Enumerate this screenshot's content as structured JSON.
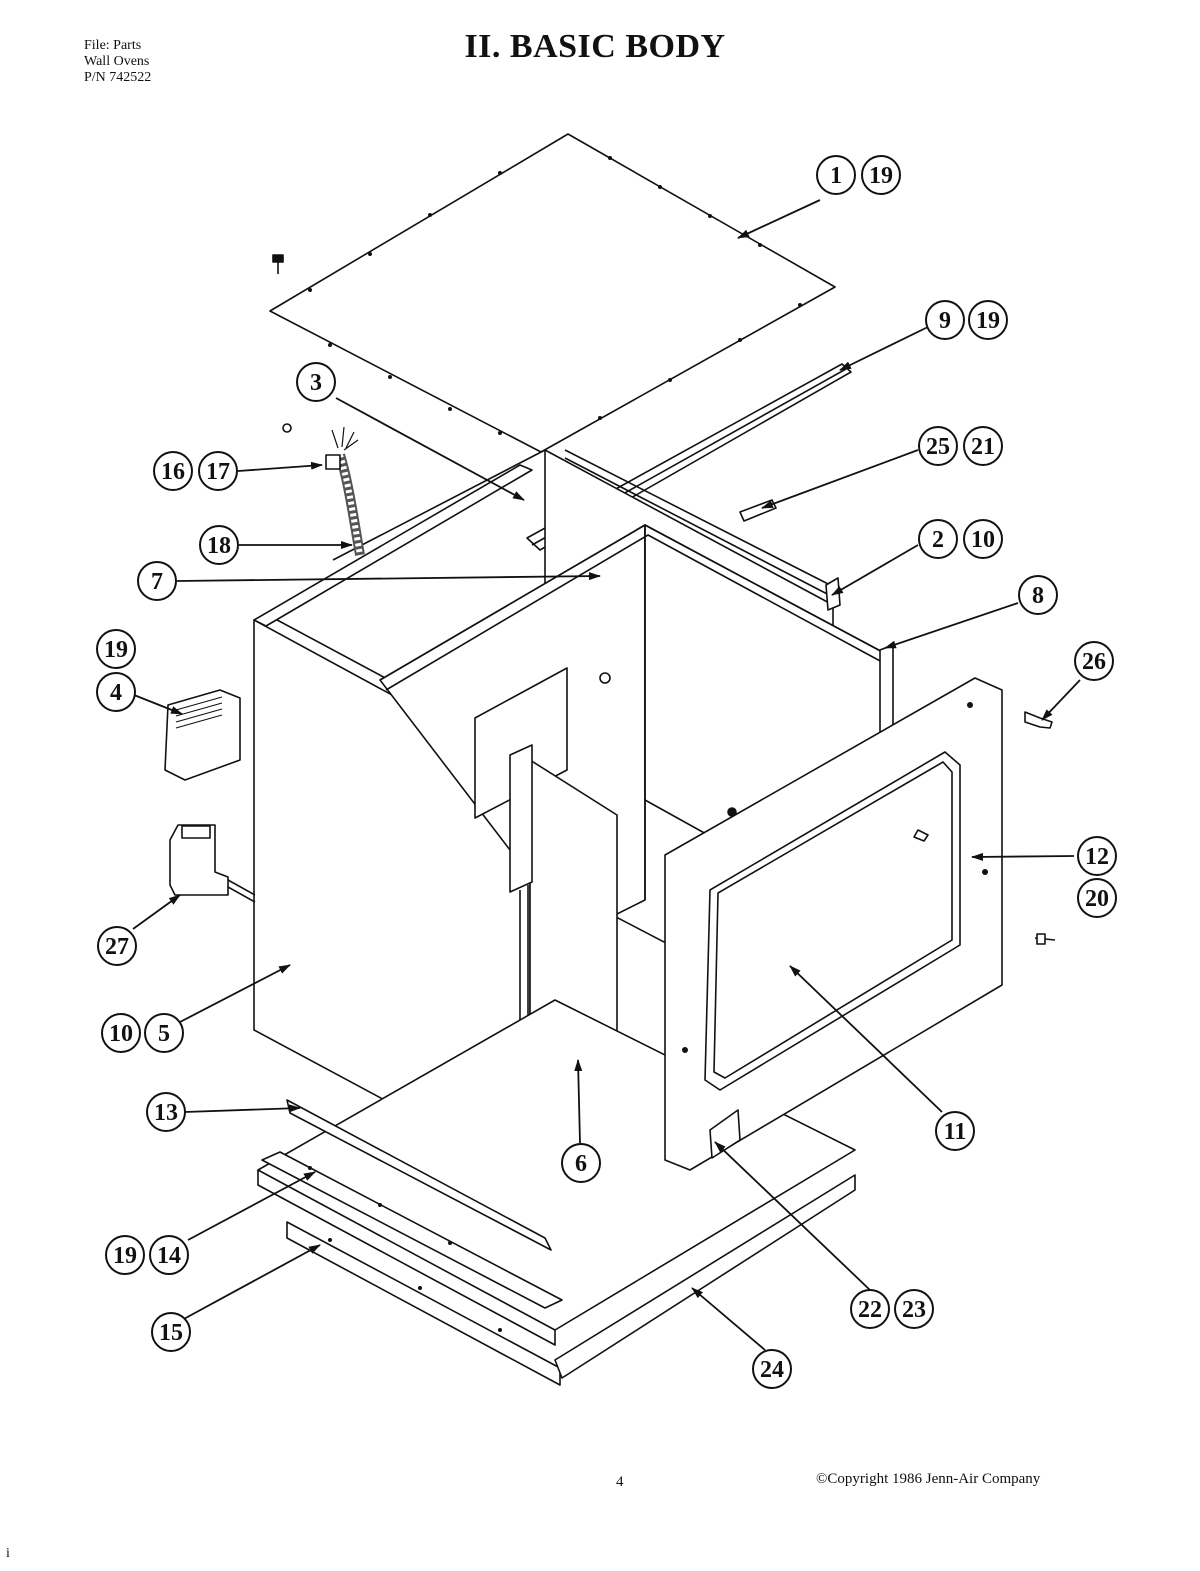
{
  "header": {
    "file_lines": [
      "File: Parts",
      "Wall Ovens",
      "P/N 742522"
    ],
    "title": "II.  BASIC BODY"
  },
  "callouts": [
    "1",
    "19",
    "9",
    "19",
    "25",
    "21",
    "2",
    "10",
    "3",
    "16",
    "17",
    "18",
    "7",
    "8",
    "19",
    "4",
    "26",
    "12",
    "20",
    "27",
    "10",
    "5",
    "11",
    "13",
    "6",
    "19",
    "14",
    "15",
    "22",
    "23",
    "24"
  ],
  "footer": {
    "page_number": "4",
    "copyright": "©Copyright 1986 Jenn-Air Company",
    "corner_mark": "i"
  },
  "colors": {
    "ink": "#111111",
    "paper": "#ffffff"
  }
}
